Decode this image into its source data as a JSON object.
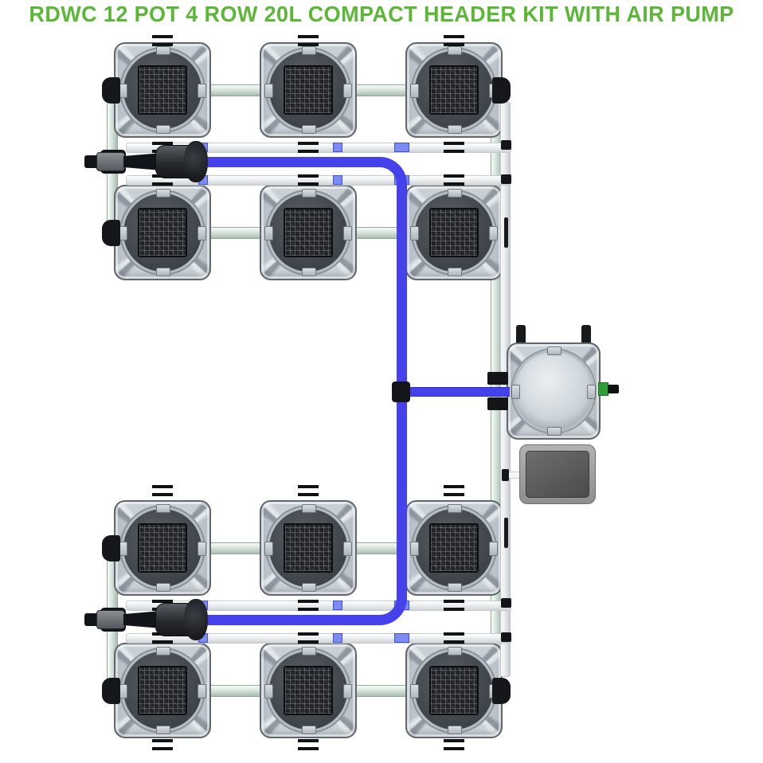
{
  "title": {
    "text": "RDWC 12 POT 4 ROW 20L COMPACT HEADER KIT WITH AIR PUMP",
    "color": "#5cb637"
  },
  "system": {
    "kind": "RDWC recirculating deep water culture kit diagram",
    "pot_count": 12,
    "rows": 4,
    "pots_per_row": 3,
    "pot_volume": "20L",
    "has_header_tank": true,
    "has_air_pump": true
  },
  "components": {
    "pots": [
      {
        "id": "pot-r1c1",
        "row": 1,
        "col": 1
      },
      {
        "id": "pot-r1c2",
        "row": 1,
        "col": 2
      },
      {
        "id": "pot-r1c3",
        "row": 1,
        "col": 3
      },
      {
        "id": "pot-r2c1",
        "row": 2,
        "col": 1
      },
      {
        "id": "pot-r2c2",
        "row": 2,
        "col": 2
      },
      {
        "id": "pot-r2c3",
        "row": 2,
        "col": 3
      },
      {
        "id": "pot-r3c1",
        "row": 3,
        "col": 1
      },
      {
        "id": "pot-r3c2",
        "row": 3,
        "col": 2
      },
      {
        "id": "pot-r3c3",
        "row": 3,
        "col": 3
      },
      {
        "id": "pot-r4c1",
        "row": 4,
        "col": 1
      },
      {
        "id": "pot-r4c2",
        "row": 4,
        "col": 2
      },
      {
        "id": "pot-r4c3",
        "row": 4,
        "col": 3
      }
    ],
    "header_tank": {
      "id": "header-tank"
    },
    "air_pump": {
      "id": "air-pump"
    },
    "water_pumps": [
      {
        "id": "circulation-pump-top"
      },
      {
        "id": "circulation-pump-bottom"
      }
    ]
  },
  "colors": {
    "background": "#ffffff",
    "title_green": "#5cb637",
    "tube_blue": "#4542ec",
    "white_pipe": "#eceff0",
    "green_pipe": "#dce8e1",
    "pot_body": "#c6cdd2",
    "pot_lid_dark": "#474c52",
    "mesh_dark": "#202327",
    "air_pump_face": "#585858",
    "tank_valve_green": "#2f9e35",
    "fitting_black": "#15171a",
    "clip_light_blue": "#7d8bf4"
  }
}
